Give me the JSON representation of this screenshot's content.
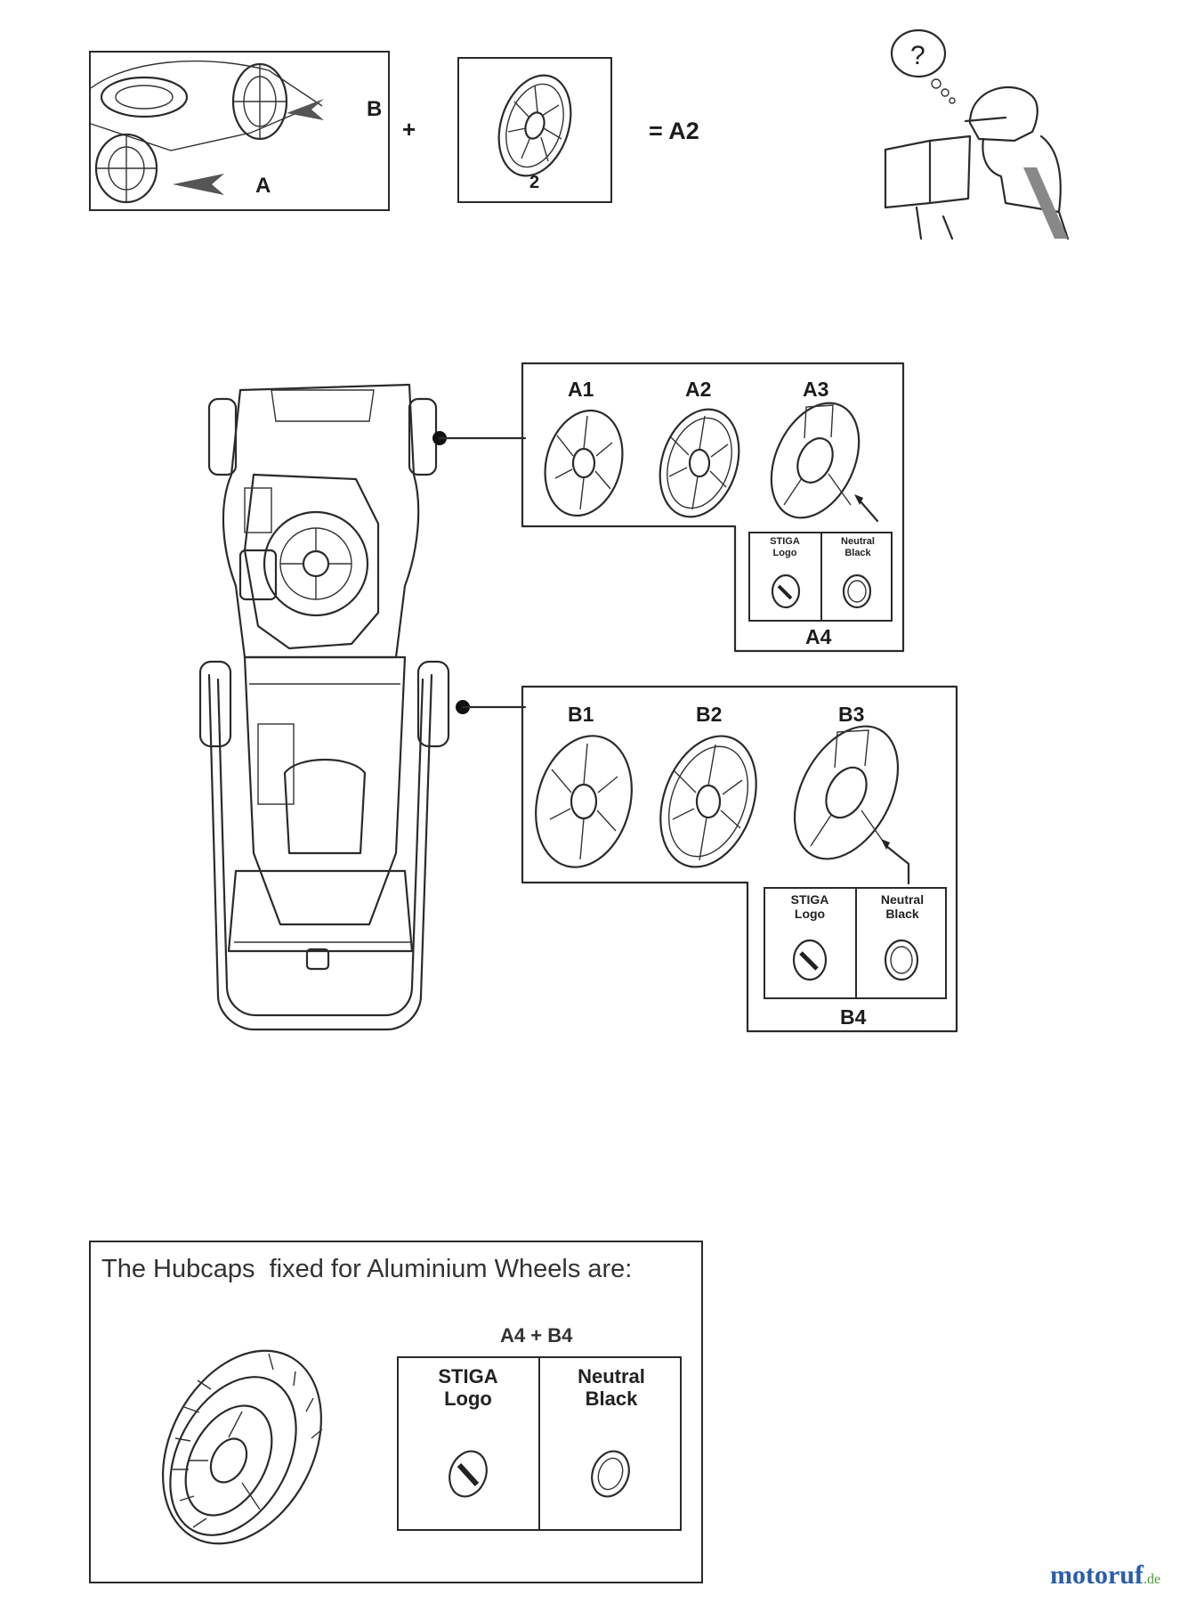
{
  "top_row": {
    "label_b": "B",
    "label_a": "A",
    "plus": "+",
    "hubcap_qty": "2",
    "result": "= A2",
    "reader_thought": "?"
  },
  "front_group": {
    "items": [
      "A1",
      "A2",
      "A3"
    ],
    "sub_options": [
      {
        "line1": "STIGA",
        "line2": "Logo"
      },
      {
        "line1": "Neutral",
        "line2": "Black"
      }
    ],
    "sub_label": "A4"
  },
  "rear_group": {
    "items": [
      "B1",
      "B2",
      "B3"
    ],
    "sub_options": [
      {
        "line1": "STIGA",
        "line2": "Logo"
      },
      {
        "line1": "Neutral",
        "line2": "Black"
      }
    ],
    "sub_label": "B4"
  },
  "aluminium": {
    "heading": "The Hubcaps  fixed for Aluminium Wheels are:",
    "combo_label": "A4 + B4",
    "options": [
      {
        "line1": "STIGA",
        "line2": "Logo"
      },
      {
        "line1": "Neutral",
        "line2": "Black"
      }
    ]
  },
  "watermark": {
    "main": "motoruf",
    "suffix": ".de"
  },
  "colors": {
    "line": "#2b2b2b",
    "wm_blue": "#2a5caa",
    "wm_green": "#4a9a3a",
    "wm_orange": "#e08a1e"
  }
}
